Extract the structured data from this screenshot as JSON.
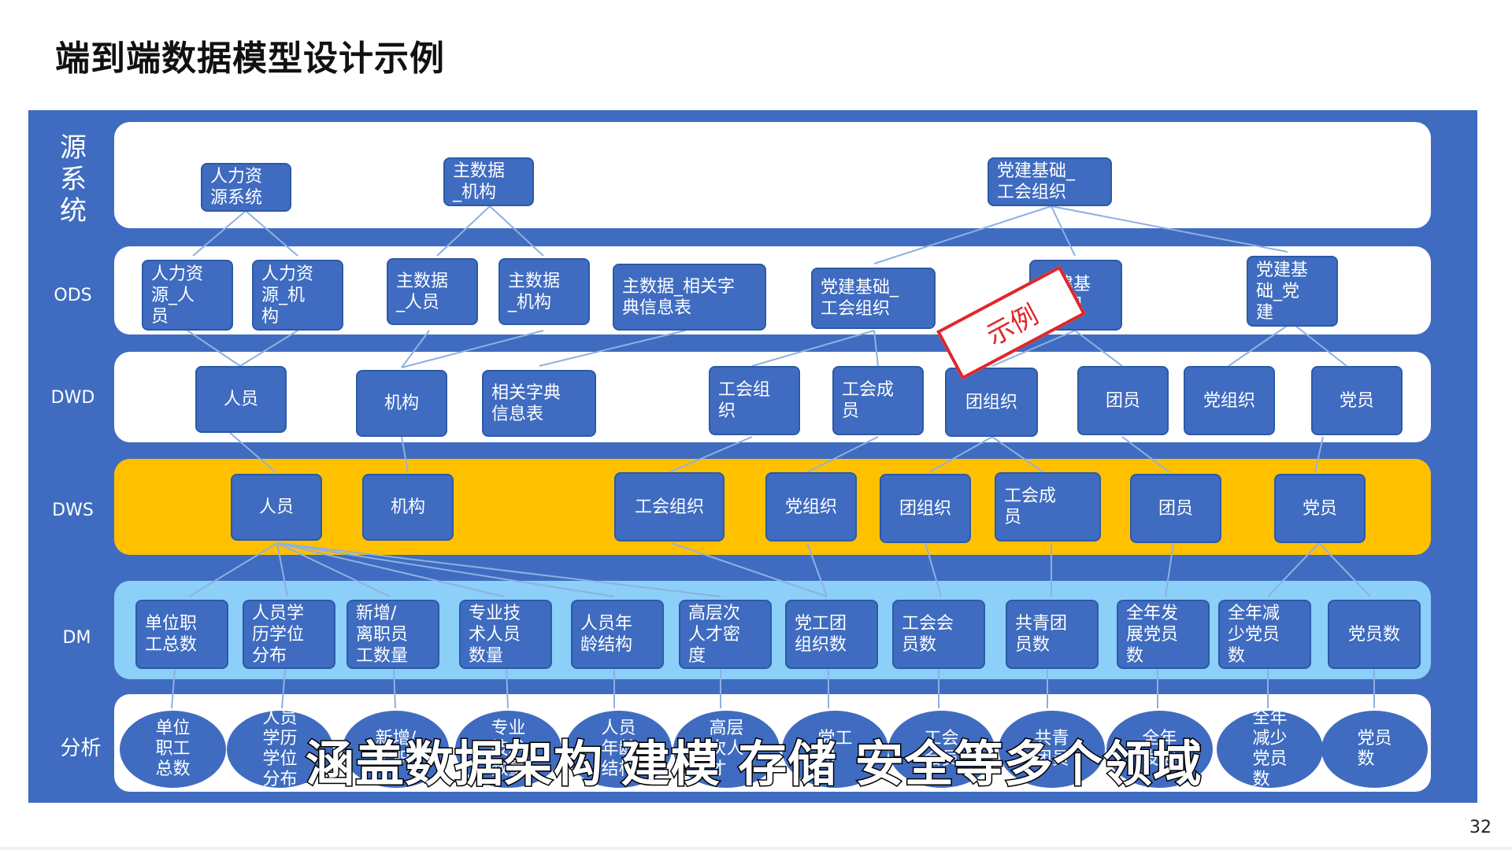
{
  "title": "端到端数据模型设计示例",
  "row_labels": {
    "src": "源\n系\n统",
    "ods": "ODS",
    "dwd": "DWD",
    "dws": "DWS",
    "dm": "DM",
    "ana": "分析"
  },
  "src_nodes": [
    "人力资\n源系统",
    "主数据\n_机构",
    "党建基础_\n工会组织"
  ],
  "ods_nodes": [
    "人力资\n源_人\n员",
    "人力资\n源_机\n构",
    "主数据\n_人员",
    "主数据\n_机构",
    "主数据_相关字\n典信息表",
    "党建基础_\n工会组织",
    "党建基\n础_团",
    "党建基\n础_党\n建"
  ],
  "dwd_nodes": [
    "人员",
    "机构",
    "相关字典\n信息表",
    "工会组\n织",
    "工会成\n员",
    "团组织",
    "团员",
    "党组织",
    "党员"
  ],
  "dws_nodes": [
    "人员",
    "机构",
    "工会组织",
    "党组织",
    "团组织",
    "工会成\n员",
    "团员",
    "党员"
  ],
  "dm_nodes": [
    "单位职\n工总数",
    "人员学\n历学位\n分布",
    "新增/\n离职员\n工数量",
    "专业技\n术人员\n数量",
    "人员年\n龄结构",
    "高层次\n人才密\n度",
    "党工团\n组织数",
    "工会会\n员数",
    "共青团\n员数",
    "全年发\n展党员\n数",
    "全年减\n少党员\n数",
    "党员数"
  ],
  "ana_nodes": [
    "单位\n职工\n总数",
    "人员\n学历\n学位\n分布",
    "新增/\n离职",
    "专业\n技术\n数量",
    "人员\n年龄\n结构",
    "高层\n次人\n才",
    "党工\n团",
    "工会\n会员",
    "共青\n团员",
    "全年\n发展",
    "全年\n减少\n党员\n数",
    "党员\n数"
  ],
  "stamp": "示例",
  "subtitle": "涵盖数据架构 建模 存储 安全等多个领域",
  "page_number": "32",
  "colors": {
    "frame": "#3f6cc0",
    "node": "#3f6cc0",
    "dws_band": "#ffc000",
    "dm_band": "#8ccff9",
    "stamp": "#e0262b"
  }
}
